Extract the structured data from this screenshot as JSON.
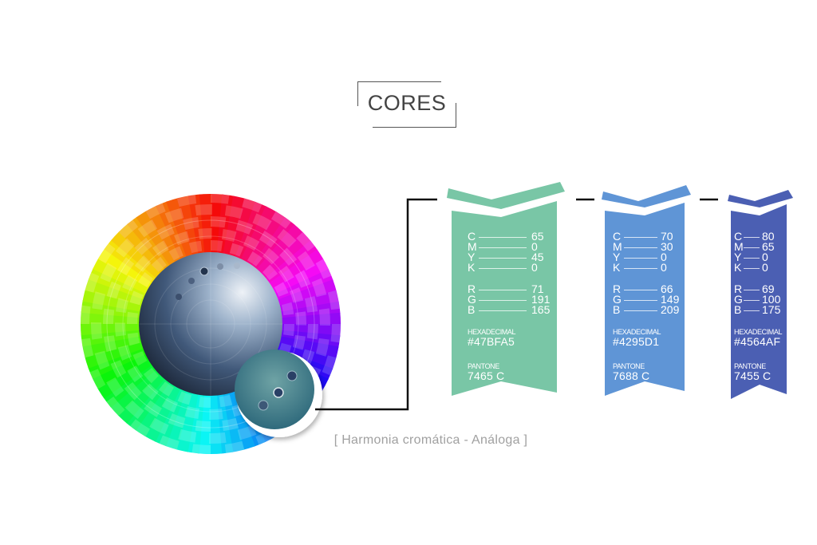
{
  "title": "CORES",
  "caption": "[ Harmonia cromática - Análoga ]",
  "swatches": [
    {
      "color": "#79C6A6",
      "c": "65",
      "m": "0",
      "y": "45",
      "k": "0",
      "r": "71",
      "g": "191",
      "b": "165",
      "hex_label": "HEXADECIMAL",
      "hex": "#47BFA5",
      "pantone_label": "PANTONE",
      "pantone": "7465 C"
    },
    {
      "color": "#5F95D6",
      "c": "70",
      "m": "30",
      "y": "0",
      "k": "0",
      "r": "66",
      "g": "149",
      "b": "209",
      "hex_label": "HEXADECIMAL",
      "hex": "#4295D1",
      "pantone_label": "PANTONE",
      "pantone": "7688 C"
    },
    {
      "color": "#4B5FB3",
      "c": "80",
      "m": "65",
      "y": "0",
      "k": "0",
      "r": "69",
      "g": "100",
      "b": "175",
      "hex_label": "HEXADECIMAL",
      "hex": "#4564AF",
      "pantone_label": "PANTONE",
      "pantone": "7455 C"
    }
  ],
  "labels": {
    "c": "C",
    "m": "M",
    "y": "Y",
    "k": "K",
    "r": "R",
    "g": "G",
    "b": "B"
  }
}
